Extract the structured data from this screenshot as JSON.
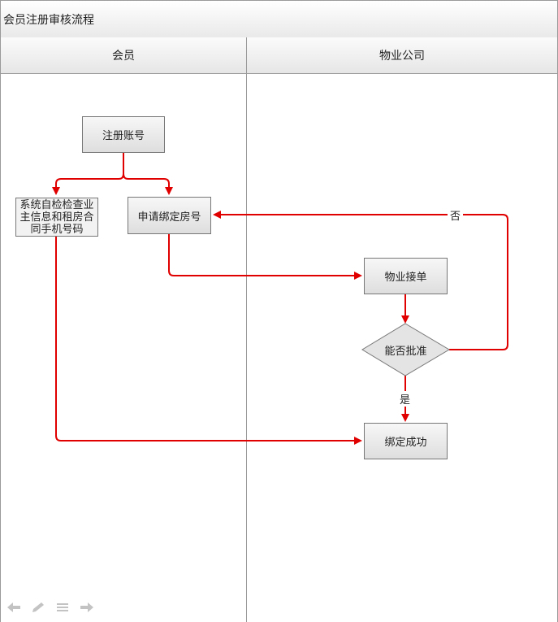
{
  "title": "会员注册审核流程",
  "lanes": [
    "会员",
    "物业公司"
  ],
  "nodes": {
    "register": "注册账号",
    "system_check": "系统自检检查业主信息和租房合同手机号码",
    "apply_bind": "申请绑定房号",
    "take_order": "物业接单",
    "approve": "能否批准",
    "bind_success": "绑定成功"
  },
  "edge_labels": {
    "no": "否",
    "yes": "是"
  },
  "colors": {
    "edge": "#e00000",
    "lane_border": "#9a9a9a",
    "node_border": "#777777"
  },
  "toolbar_icons": [
    "back-arrow-icon",
    "pen-icon",
    "menu-icon",
    "forward-arrow-icon"
  ]
}
